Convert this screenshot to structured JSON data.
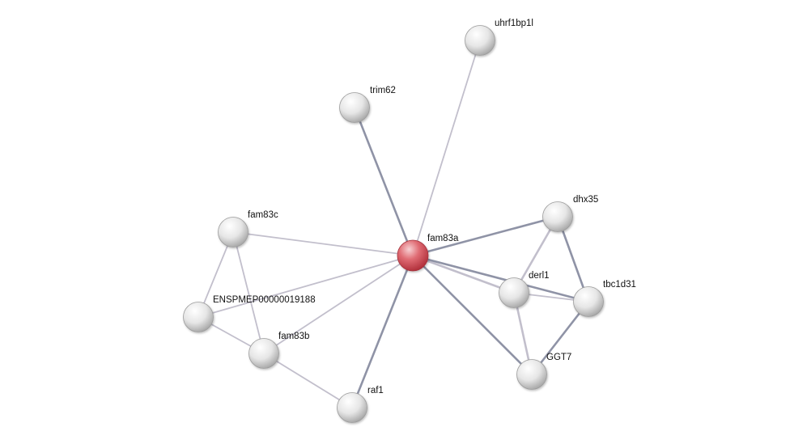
{
  "network": {
    "center_node": "fam83a",
    "colors": {
      "center_node": "#d9575f",
      "other_node": "#e2e2e2",
      "edge_light": "#c2bfcc",
      "edge_dark": "#8f93a6",
      "label": "#111111"
    },
    "nodes": [
      {
        "id": "uhrf1bp1l",
        "label": "uhrf1bp1l",
        "type": "neighbor"
      },
      {
        "id": "trim62",
        "label": "trim62",
        "type": "neighbor"
      },
      {
        "id": "fam83a",
        "label": "fam83a",
        "type": "query"
      },
      {
        "id": "dhx35",
        "label": "dhx35",
        "type": "neighbor"
      },
      {
        "id": "fam83c",
        "label": "fam83c",
        "type": "neighbor"
      },
      {
        "id": "derl1",
        "label": "derl1",
        "type": "neighbor"
      },
      {
        "id": "tbc1d31",
        "label": "tbc1d31",
        "type": "neighbor"
      },
      {
        "id": "ENSPMEP00000019188",
        "label": "ENSPMEP00000019188",
        "type": "neighbor"
      },
      {
        "id": "fam83b",
        "label": "fam83b",
        "type": "neighbor"
      },
      {
        "id": "GGT7",
        "label": "GGT7",
        "type": "neighbor"
      },
      {
        "id": "raf1",
        "label": "raf1",
        "type": "neighbor"
      }
    ],
    "edges": [
      {
        "source": "fam83a",
        "target": "uhrf1bp1l",
        "strength": "weak"
      },
      {
        "source": "fam83a",
        "target": "trim62",
        "strength": "strong"
      },
      {
        "source": "fam83a",
        "target": "dhx35",
        "strength": "strong"
      },
      {
        "source": "fam83a",
        "target": "fam83c",
        "strength": "weak"
      },
      {
        "source": "fam83a",
        "target": "derl1",
        "strength": "medium"
      },
      {
        "source": "fam83a",
        "target": "tbc1d31",
        "strength": "strong"
      },
      {
        "source": "fam83a",
        "target": "ENSPMEP00000019188",
        "strength": "weak"
      },
      {
        "source": "fam83a",
        "target": "fam83b",
        "strength": "weak"
      },
      {
        "source": "fam83a",
        "target": "GGT7",
        "strength": "strong"
      },
      {
        "source": "fam83a",
        "target": "raf1",
        "strength": "strong"
      },
      {
        "source": "fam83c",
        "target": "ENSPMEP00000019188",
        "strength": "weak"
      },
      {
        "source": "fam83c",
        "target": "fam83b",
        "strength": "weak"
      },
      {
        "source": "ENSPMEP00000019188",
        "target": "fam83b",
        "strength": "weak"
      },
      {
        "source": "fam83b",
        "target": "raf1",
        "strength": "weak"
      },
      {
        "source": "dhx35",
        "target": "derl1",
        "strength": "medium"
      },
      {
        "source": "dhx35",
        "target": "tbc1d31",
        "strength": "strong"
      },
      {
        "source": "derl1",
        "target": "tbc1d31",
        "strength": "weak"
      },
      {
        "source": "derl1",
        "target": "GGT7",
        "strength": "medium"
      },
      {
        "source": "tbc1d31",
        "target": "GGT7",
        "strength": "strong"
      }
    ]
  }
}
